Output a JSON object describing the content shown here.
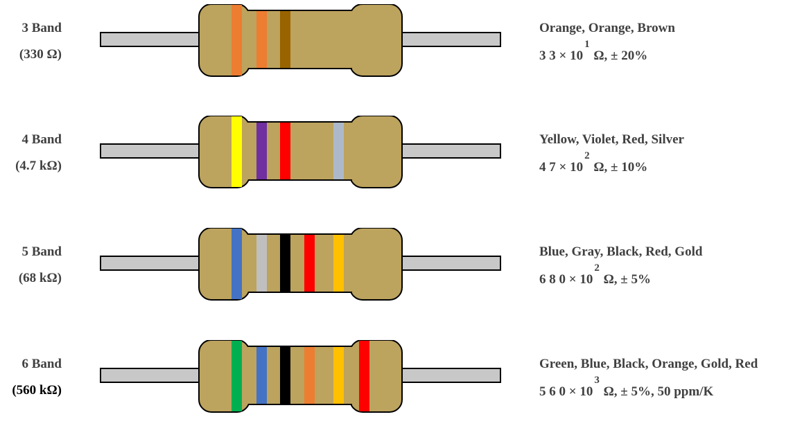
{
  "rows": [
    {
      "name": "3 Band",
      "value": "(330 Ω)",
      "colors": "Orange, Orange, Brown",
      "digits": "3 3 × 10",
      "exponent": "1",
      "tail": "Ω,  ± 20%",
      "bands": [
        {
          "color": "Orange",
          "hex": "#ED7D31"
        },
        {
          "color": "Orange",
          "hex": "#ED7D31"
        },
        {
          "color": "Brown",
          "hex": "#996300"
        }
      ]
    },
    {
      "name": "4 Band",
      "value": "(4.7 kΩ)",
      "colors": "Yellow, Violet, Red, Silver",
      "digits": "4 7 × 10",
      "exponent": "2",
      "tail": "Ω,  ± 10%",
      "bands": [
        {
          "color": "Yellow",
          "hex": "#FFFF00"
        },
        {
          "color": "Violet",
          "hex": "#7030A0"
        },
        {
          "color": "Red",
          "hex": "#FF0000"
        },
        {
          "color": "Silver",
          "hex": "#ADB9CA"
        }
      ]
    },
    {
      "name": "5 Band",
      "value": "(68 kΩ)",
      "colors": "Blue, Gray, Black, Red, Gold",
      "digits": "6 8 0 × 10",
      "exponent": "2",
      "tail": "Ω,  ± 5%",
      "bands": [
        {
          "color": "Blue",
          "hex": "#4472C4"
        },
        {
          "color": "Gray",
          "hex": "#BFBFBF"
        },
        {
          "color": "Black",
          "hex": "#000000"
        },
        {
          "color": "Red",
          "hex": "#FF0000"
        },
        {
          "color": "Gold",
          "hex": "#FFC000"
        }
      ]
    },
    {
      "name": "6 Band",
      "value": "(560 kΩ)",
      "colors": "Green, Blue, Black, Orange, Gold, Red",
      "digits": "5 6 0 × 10",
      "exponent": "3",
      "tail": "Ω,  ± 5%,  50 ppm/K",
      "bands": [
        {
          "color": "Green",
          "hex": "#00B050"
        },
        {
          "color": "Blue",
          "hex": "#4472C4"
        },
        {
          "color": "Black",
          "hex": "#000000"
        },
        {
          "color": "Orange",
          "hex": "#ED7D31"
        },
        {
          "color": "Gold",
          "hex": "#FFC000"
        },
        {
          "color": "Red",
          "hex": "#FF0000"
        }
      ]
    }
  ],
  "colors": {
    "body": "#BCA35E",
    "lead": "#C8C8C8",
    "outline": "#000000",
    "label_text": "#404040"
  }
}
